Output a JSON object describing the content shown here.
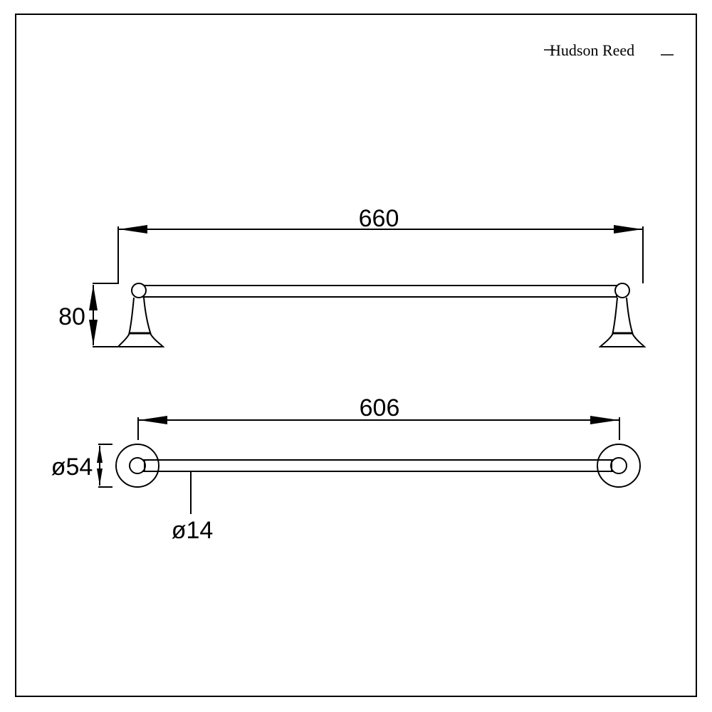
{
  "brand": {
    "logo_text": "Hudson Reed"
  },
  "side_view": {
    "overall_length": "660",
    "height": "80"
  },
  "top_view": {
    "bracket_spacing": "606",
    "rosette_diameter": "ø54",
    "bar_diameter": "ø14"
  },
  "colors": {
    "line": "#000000",
    "background": "#ffffff"
  }
}
